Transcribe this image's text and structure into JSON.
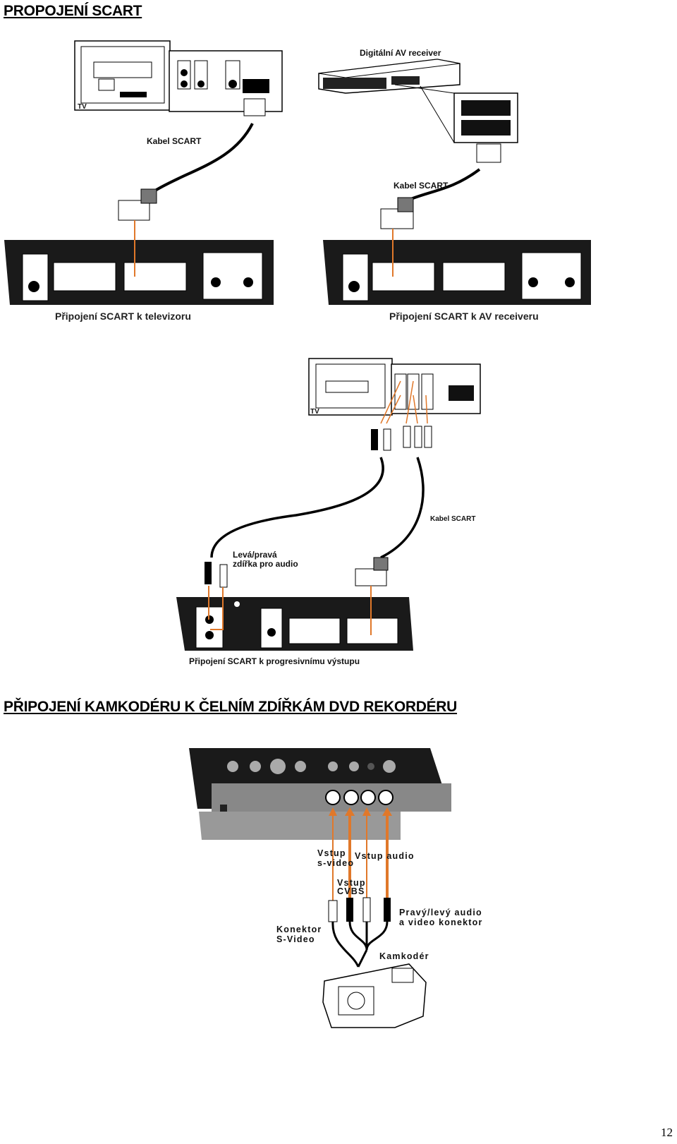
{
  "section1": {
    "heading": "PROPOJENÍ SCART",
    "tv_label": "TV",
    "av_receiver_label": "Digitální AV receiver",
    "cable_label_left": "Kabel SCART",
    "cable_label_right": "Kabel SCART",
    "caption_left": "Připojení SCART  k  televizoru",
    "caption_right": "Připojení SCART k AV receiveru"
  },
  "section2": {
    "tv_label": "TV",
    "cable_label": "Kabel SCART",
    "audio_label_line1": "Levá/pravá",
    "audio_label_line2": "zdířka pro audio",
    "caption": "Připojení SCART k progresivnímu výstupu"
  },
  "section3": {
    "heading": "PŘIPOJENÍ KAMKODÉRU K ČELNÍM ZDÍŘKÁM DVD REKORDÉRU",
    "svideo_in_line1": "Vstup",
    "svideo_in_line2": "s-video",
    "audio_in": "Vstup  audio",
    "cvbs_in_line1": "Vstup",
    "cvbs_in_line2": "CVBS",
    "connector_line1": "Konektor",
    "connector_line2": "S-Video",
    "rl_line1": "Pravý/levý audio",
    "rl_line2": "a video konektor",
    "camcorder": "Kamkodér"
  },
  "page_number": "12",
  "colors": {
    "accent_orange": "#e0782a",
    "device_black": "#1a1a1a"
  }
}
